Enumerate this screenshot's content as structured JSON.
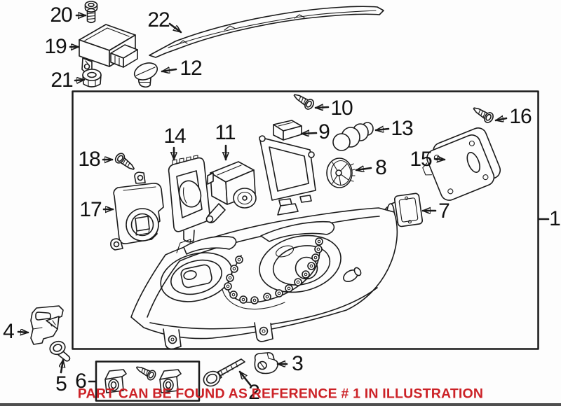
{
  "note": {
    "text": "PART CAN BE FOUND AS REFERENCE # 1 IN ILLUSTRATION"
  },
  "colors": {
    "note_red": "#cc2227",
    "line": "#1a1a1a",
    "background": "#fdfdfd",
    "bottom_bar": "#4f4f4f"
  },
  "callouts": {
    "c1": "1",
    "c2": "2",
    "c3": "3",
    "c4": "4",
    "c5": "5",
    "c6": "6",
    "c7": "7",
    "c8": "8",
    "c9": "9",
    "c10": "10",
    "c11": "11",
    "c12": "12",
    "c13": "13",
    "c14": "14",
    "c15": "15",
    "c16": "16",
    "c17": "17",
    "c18": "18",
    "c19": "19",
    "c20": "20",
    "c21": "21",
    "c22": "22"
  }
}
